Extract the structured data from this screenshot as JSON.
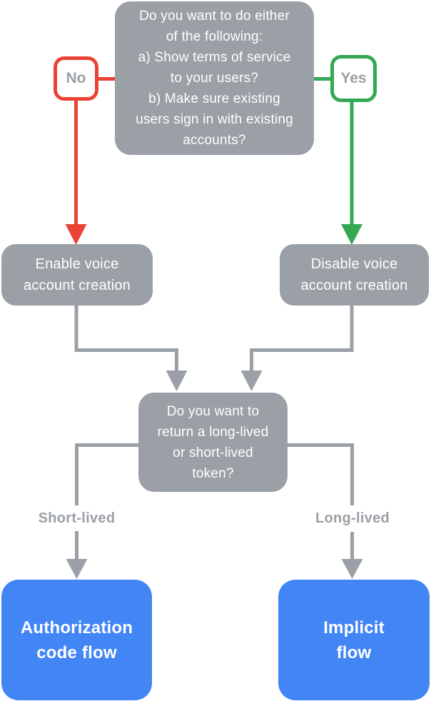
{
  "colors": {
    "node_gray": "#9AA0A6",
    "no_red": "#EA4335",
    "yes_green": "#34A853",
    "result_blue": "#4285F4",
    "label_text_gray": "#9AA0A6",
    "node_text_white": "#FFFFFF",
    "background": "#FFFFFF"
  },
  "nodes": {
    "top_question": "Do you want to do either\nof the following:\na) Show terms of service\nto your users?\nb) Make sure existing\nusers sign in with existing\naccounts?",
    "no_label": "No",
    "yes_label": "Yes",
    "enable_voice": "Enable voice\naccount creation",
    "disable_voice": "Disable voice\naccount creation",
    "token_question": "Do you want to\nreturn a long-lived\nor short-lived\ntoken?",
    "short_lived_label": "Short-lived",
    "long_lived_label": "Long-lived",
    "authorization_code_flow": "Authorization\ncode flow",
    "implicit_flow": "Implicit\nflow"
  },
  "edges": [
    {
      "from": "top_question",
      "via": "No",
      "to": "enable_voice",
      "color": "#EA4335"
    },
    {
      "from": "top_question",
      "via": "Yes",
      "to": "disable_voice",
      "color": "#34A853"
    },
    {
      "from": "enable_voice",
      "to": "token_question",
      "color": "#9AA0A6"
    },
    {
      "from": "disable_voice",
      "to": "token_question",
      "color": "#9AA0A6"
    },
    {
      "from": "token_question",
      "via": "Short-lived",
      "to": "authorization_code_flow",
      "color": "#9AA0A6"
    },
    {
      "from": "token_question",
      "via": "Long-lived",
      "to": "implicit_flow",
      "color": "#9AA0A6"
    }
  ]
}
